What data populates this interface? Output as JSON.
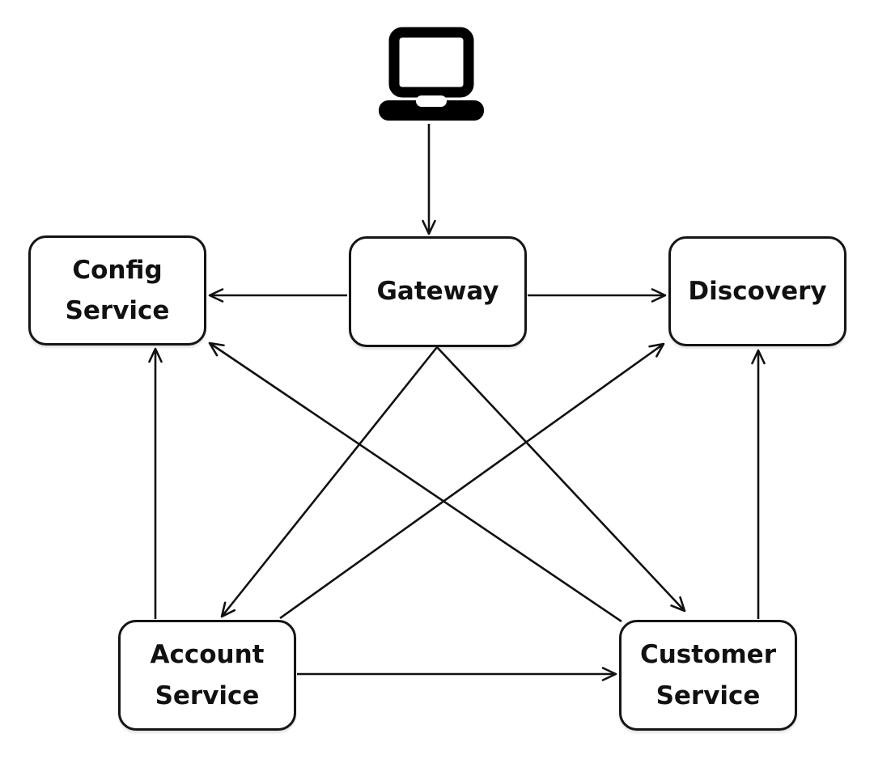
{
  "diagram": {
    "type": "microservices-architecture",
    "background_color": "#ffffff",
    "line_color": "#111111",
    "node_fill_color": "#ffffff",
    "node_border_color": "#151515",
    "text_color": "#111111",
    "nodes": {
      "client": {
        "icon": "laptop-icon",
        "label": ""
      },
      "gateway": {
        "label": "Gateway"
      },
      "config": {
        "label": "Config Service"
      },
      "discovery": {
        "label": "Discovery"
      },
      "account": {
        "label": "Account Service"
      },
      "customer": {
        "label": "Customer Service"
      }
    },
    "edges": [
      {
        "from": "client",
        "to": "gateway"
      },
      {
        "from": "gateway",
        "to": "config"
      },
      {
        "from": "gateway",
        "to": "discovery"
      },
      {
        "from": "gateway",
        "to": "account"
      },
      {
        "from": "gateway",
        "to": "customer"
      },
      {
        "from": "account",
        "to": "config"
      },
      {
        "from": "account",
        "to": "discovery"
      },
      {
        "from": "account",
        "to": "customer"
      },
      {
        "from": "customer",
        "to": "config"
      },
      {
        "from": "customer",
        "to": "discovery"
      }
    ]
  }
}
